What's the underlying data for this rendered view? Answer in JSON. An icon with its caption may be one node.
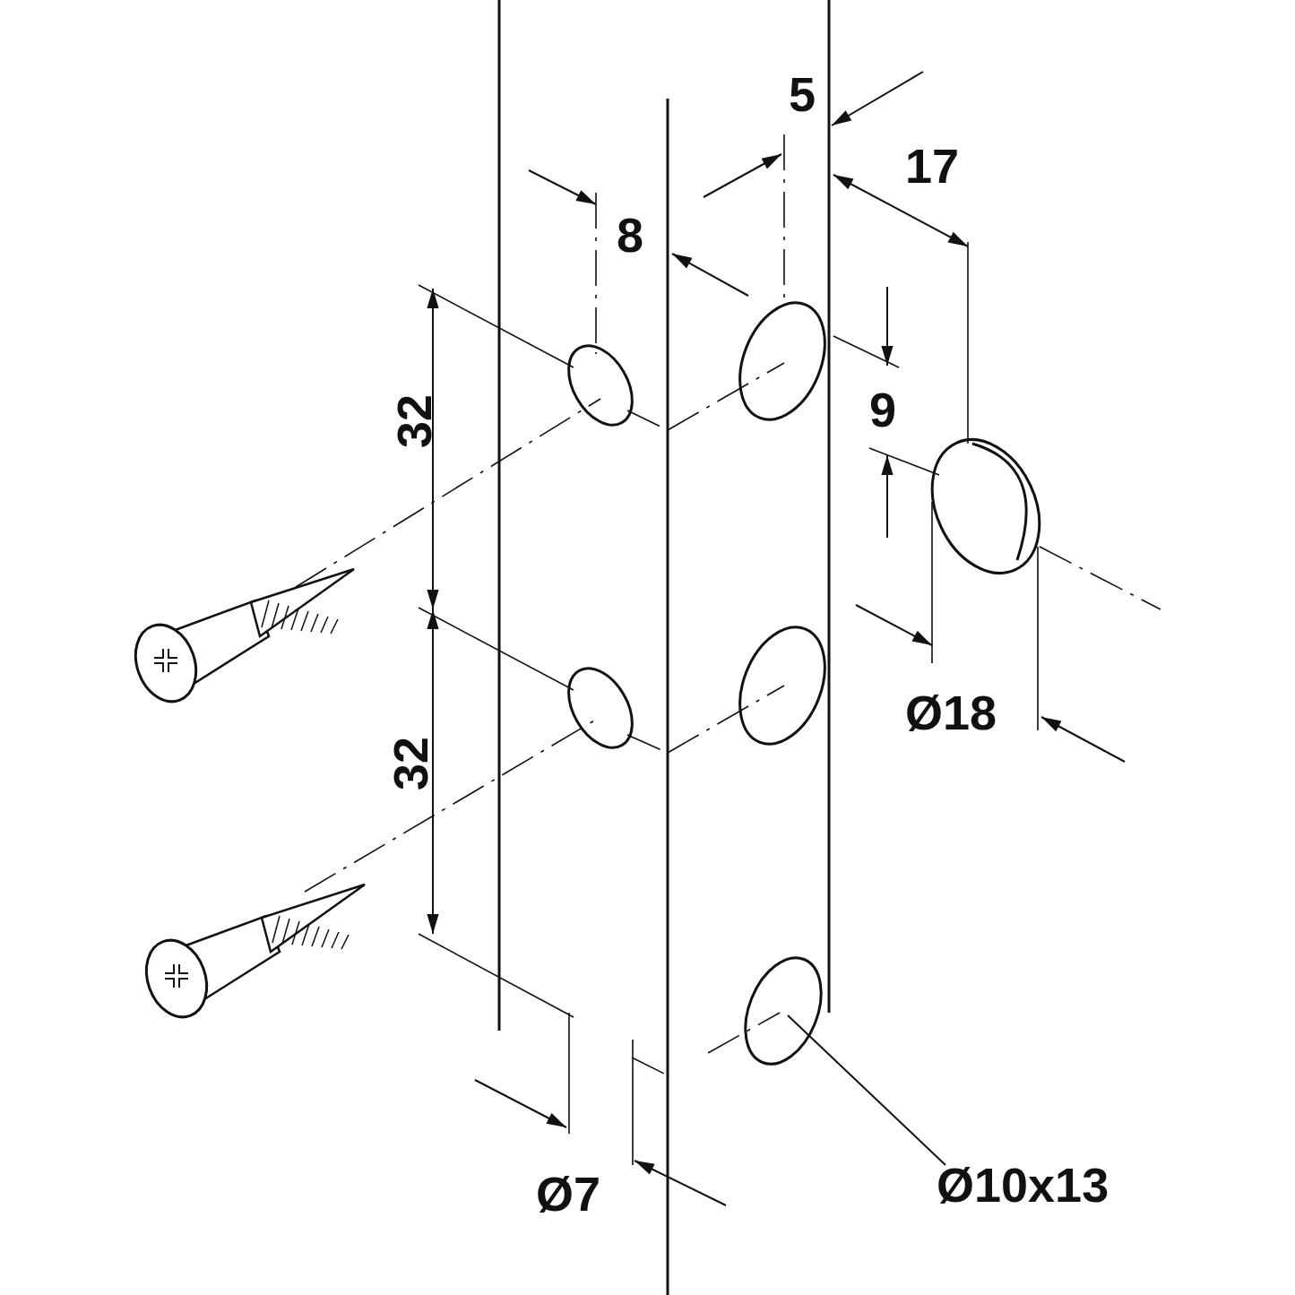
{
  "diagram": {
    "nodes": [
      {
        "text": [],
        "shape": "ellipse"
      },
      {
        "text": [
          "Ø10x13"
        ]
      }
    ],
    "edges": [
      {
        "from": 1,
        "to": 0,
        "arrow": "none"
      }
    ],
    "labels": [
      "5",
      "17",
      "8",
      "9",
      "32",
      "Ø18",
      "32",
      "Ø7"
    ]
  }
}
